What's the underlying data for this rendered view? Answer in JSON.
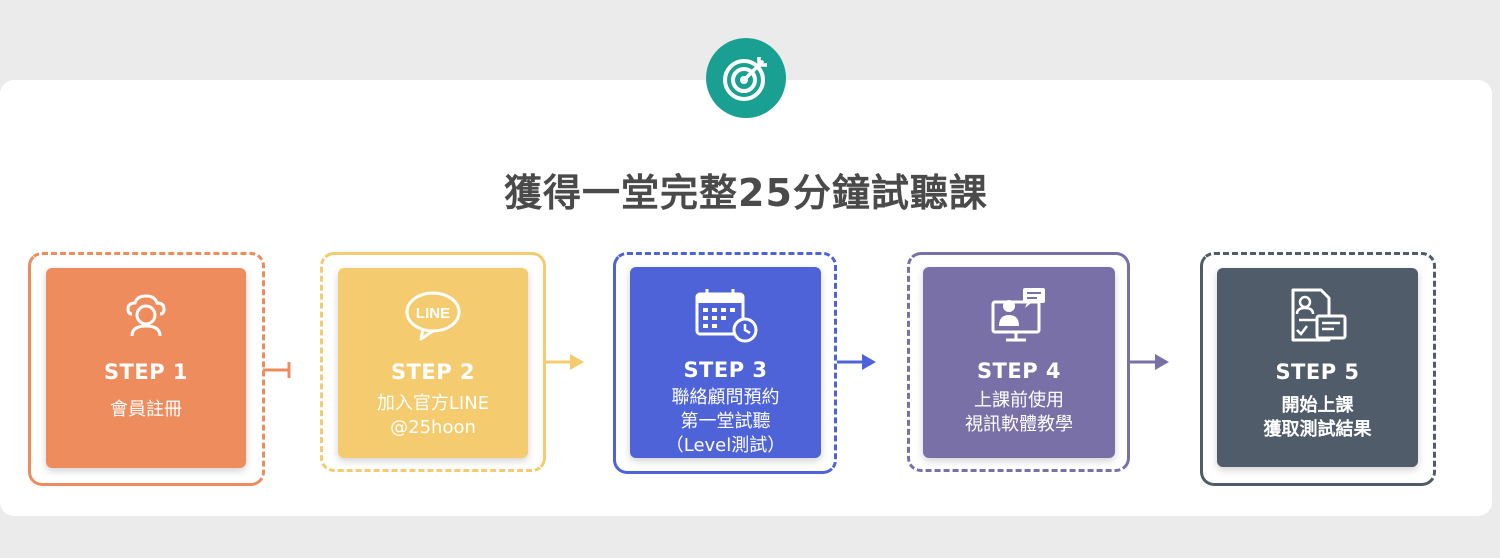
{
  "title": "獲得一堂完整25分鐘試聽課",
  "header_icon": "target-icon",
  "colors": {
    "background": "#ebebeb",
    "panel": "#ffffff",
    "badge": "#1aa092",
    "title": "#4a4a4a"
  },
  "steps": [
    {
      "label": "STEP 1",
      "lines": [
        "會員註冊"
      ],
      "icon": "user-cloud-icon",
      "color": "#ef8c5d",
      "frame_color": "#ef8c5d"
    },
    {
      "label": "STEP 2",
      "lines": [
        "加入官方LINE",
        "@25hoon"
      ],
      "icon": "line-logo-icon",
      "color": "#f4cb6f",
      "frame_color": "#f4cb6f"
    },
    {
      "label": "STEP 3",
      "lines": [
        "聯絡顧問預約",
        "第一堂試聽",
        "（Level測試）"
      ],
      "icon": "calendar-clock-icon",
      "color": "#4f63d9",
      "frame_color": "#4f63d9"
    },
    {
      "label": "STEP 4",
      "lines": [
        "上課前使用",
        "視訊軟體教學"
      ],
      "icon": "online-teacher-icon",
      "color": "#7a70a8",
      "frame_color": "#7a70a8"
    },
    {
      "label": "STEP 5",
      "lines": [
        "開始上課",
        "獲取測試結果"
      ],
      "icon": "test-report-icon",
      "color": "#505c6a",
      "frame_color": "#505c6a"
    }
  ]
}
